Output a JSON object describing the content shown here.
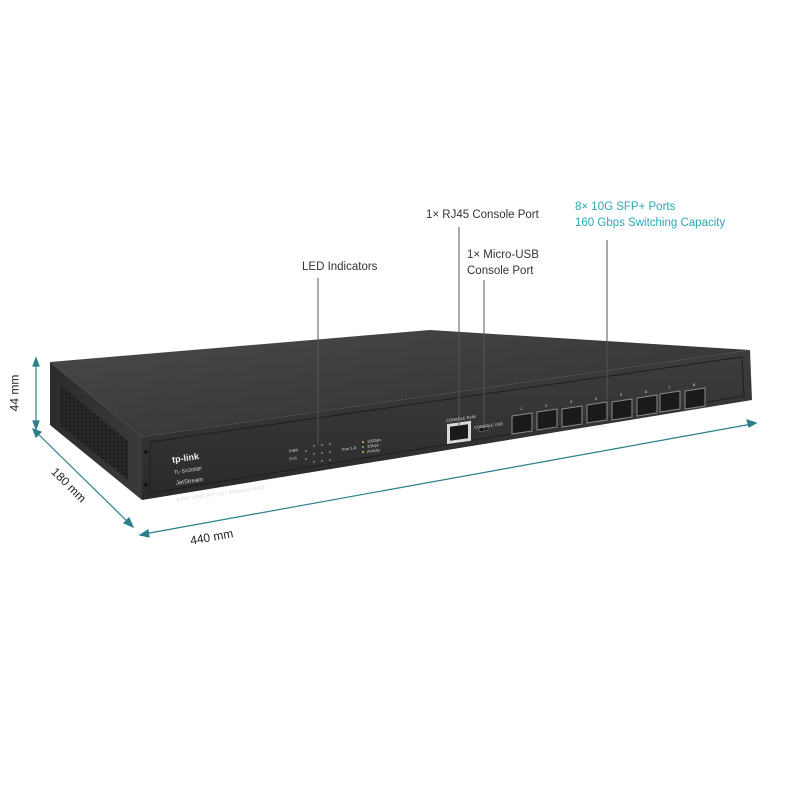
{
  "brand": {
    "name": "tp-link"
  },
  "device": {
    "model": "TL-SX3008F",
    "series": "JetStream",
    "description": "8-Port 10GE SFP+ L2+ Managed Switch",
    "front_labels": {
      "pwr": "PWR",
      "sys": "SYS",
      "port_label": "Port 1-8",
      "led_legend": [
        "10Gbps",
        "1Gbps",
        "Activity"
      ],
      "console": "CONSOLE RJ45",
      "console_usb": "CONSOLE USB",
      "sfp_group": "SFP+",
      "port_numbers": [
        "1",
        "2",
        "3",
        "4",
        "5",
        "6",
        "7",
        "8"
      ]
    }
  },
  "callouts": {
    "led_indicators": "LED Indicators",
    "rj45_console": "1× RJ45 Console Port",
    "usb_console": [
      "1× Micro-USB",
      "Console Port"
    ],
    "sfp_ports": [
      "8× 10G SFP+ Ports",
      "160 Gbps Switching Capacity"
    ]
  },
  "dimensions": {
    "height": "44 mm",
    "depth": "180 mm",
    "width": "440 mm"
  },
  "colors": {
    "callout_accent": "#2aa7b5",
    "dimension_line": "#2a7f8a",
    "chassis": "#3a3a3c"
  }
}
